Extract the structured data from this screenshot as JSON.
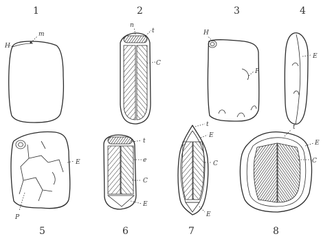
{
  "figures": [
    {
      "number": "1",
      "labels": [
        "H",
        "m"
      ]
    },
    {
      "number": "2",
      "labels": [
        "n",
        "t",
        "C"
      ]
    },
    {
      "number": "3",
      "labels": [
        "H",
        "P"
      ]
    },
    {
      "number": "4",
      "labels": [
        "E"
      ]
    },
    {
      "number": "5",
      "labels": [
        "E",
        "P"
      ]
    },
    {
      "number": "6",
      "labels": [
        "t",
        "e",
        "C",
        "E"
      ]
    },
    {
      "number": "7",
      "labels": [
        "t",
        "E",
        "C",
        "E"
      ]
    },
    {
      "number": "8",
      "labels": [
        "t",
        "E",
        "C"
      ]
    }
  ]
}
